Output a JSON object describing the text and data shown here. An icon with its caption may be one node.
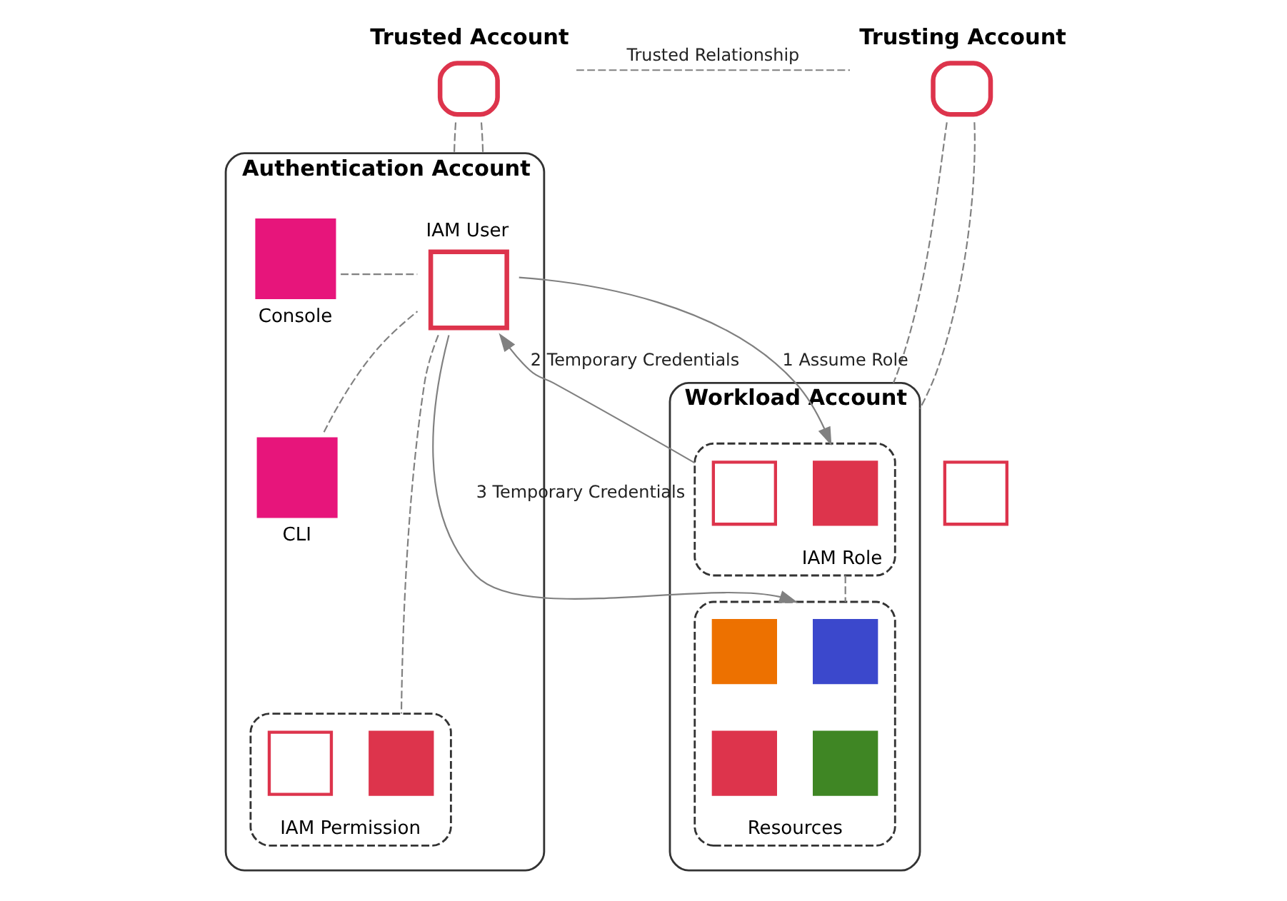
{
  "diagram": {
    "nodes": [
      {
        "text": [
          "Trusted Account"
        ]
      },
      {
        "text": [
          "Trusting Account"
        ]
      },
      {
        "text": [
          "Authentication Account"
        ]
      },
      {
        "text": [
          "Console"
        ],
        "in": 2
      },
      {
        "text": [
          "CLI"
        ],
        "in": 2
      },
      {
        "text": [
          "IAM User"
        ],
        "in": 2
      },
      {
        "text": [
          "IAM Permission"
        ],
        "in": 2
      },
      {
        "text": [],
        "shape": "box",
        "in": 6
      },
      {
        "text": [],
        "shape": "box",
        "in": 6
      },
      {
        "text": [
          "Workload Account"
        ]
      },
      {
        "text": [
          "IAM Role"
        ],
        "in": 9
      },
      {
        "text": [],
        "shape": "box",
        "in": 10
      },
      {
        "text": [],
        "shape": "box",
        "in": 10
      },
      {
        "text": [
          "Resources"
        ],
        "in": 9
      },
      {
        "text": [],
        "shape": "box",
        "in": 13
      },
      {
        "text": [],
        "shape": "box",
        "in": 13
      },
      {
        "text": [],
        "shape": "box",
        "in": 13
      },
      {
        "text": [],
        "shape": "box",
        "in": 13
      },
      {
        "text": [],
        "shape": "box"
      }
    ],
    "edges": [
      {
        "from": 0,
        "to": 1,
        "arrow": "none",
        "style": "dashed",
        "label": "Trusted Relationship"
      },
      {
        "from": 0,
        "to": 2,
        "arrow": "none",
        "style": "dashed"
      },
      {
        "from": 0,
        "to": 2,
        "arrow": "none",
        "style": "dashed"
      },
      {
        "from": 1,
        "to": 9,
        "arrow": "none",
        "style": "dashed"
      },
      {
        "from": 1,
        "to": 9,
        "arrow": "none",
        "style": "dashed"
      },
      {
        "from": 3,
        "to": 5,
        "arrow": "none",
        "style": "dashed"
      },
      {
        "from": 4,
        "to": 5,
        "arrow": "none",
        "style": "dashed"
      },
      {
        "from": 5,
        "to": 10,
        "arrow": "to",
        "label": "1 Assume Role"
      },
      {
        "from": 10,
        "to": 5,
        "arrow": "to",
        "label": "2 Temporary Credentials"
      },
      {
        "from": 5,
        "to": 13,
        "arrow": "to",
        "label": "3 Temporary Credentials"
      },
      {
        "from": 5,
        "to": 6,
        "arrow": "none",
        "style": "dashed"
      },
      {
        "from": 10,
        "to": 13,
        "arrow": "none",
        "style": "dashed"
      }
    ]
  }
}
